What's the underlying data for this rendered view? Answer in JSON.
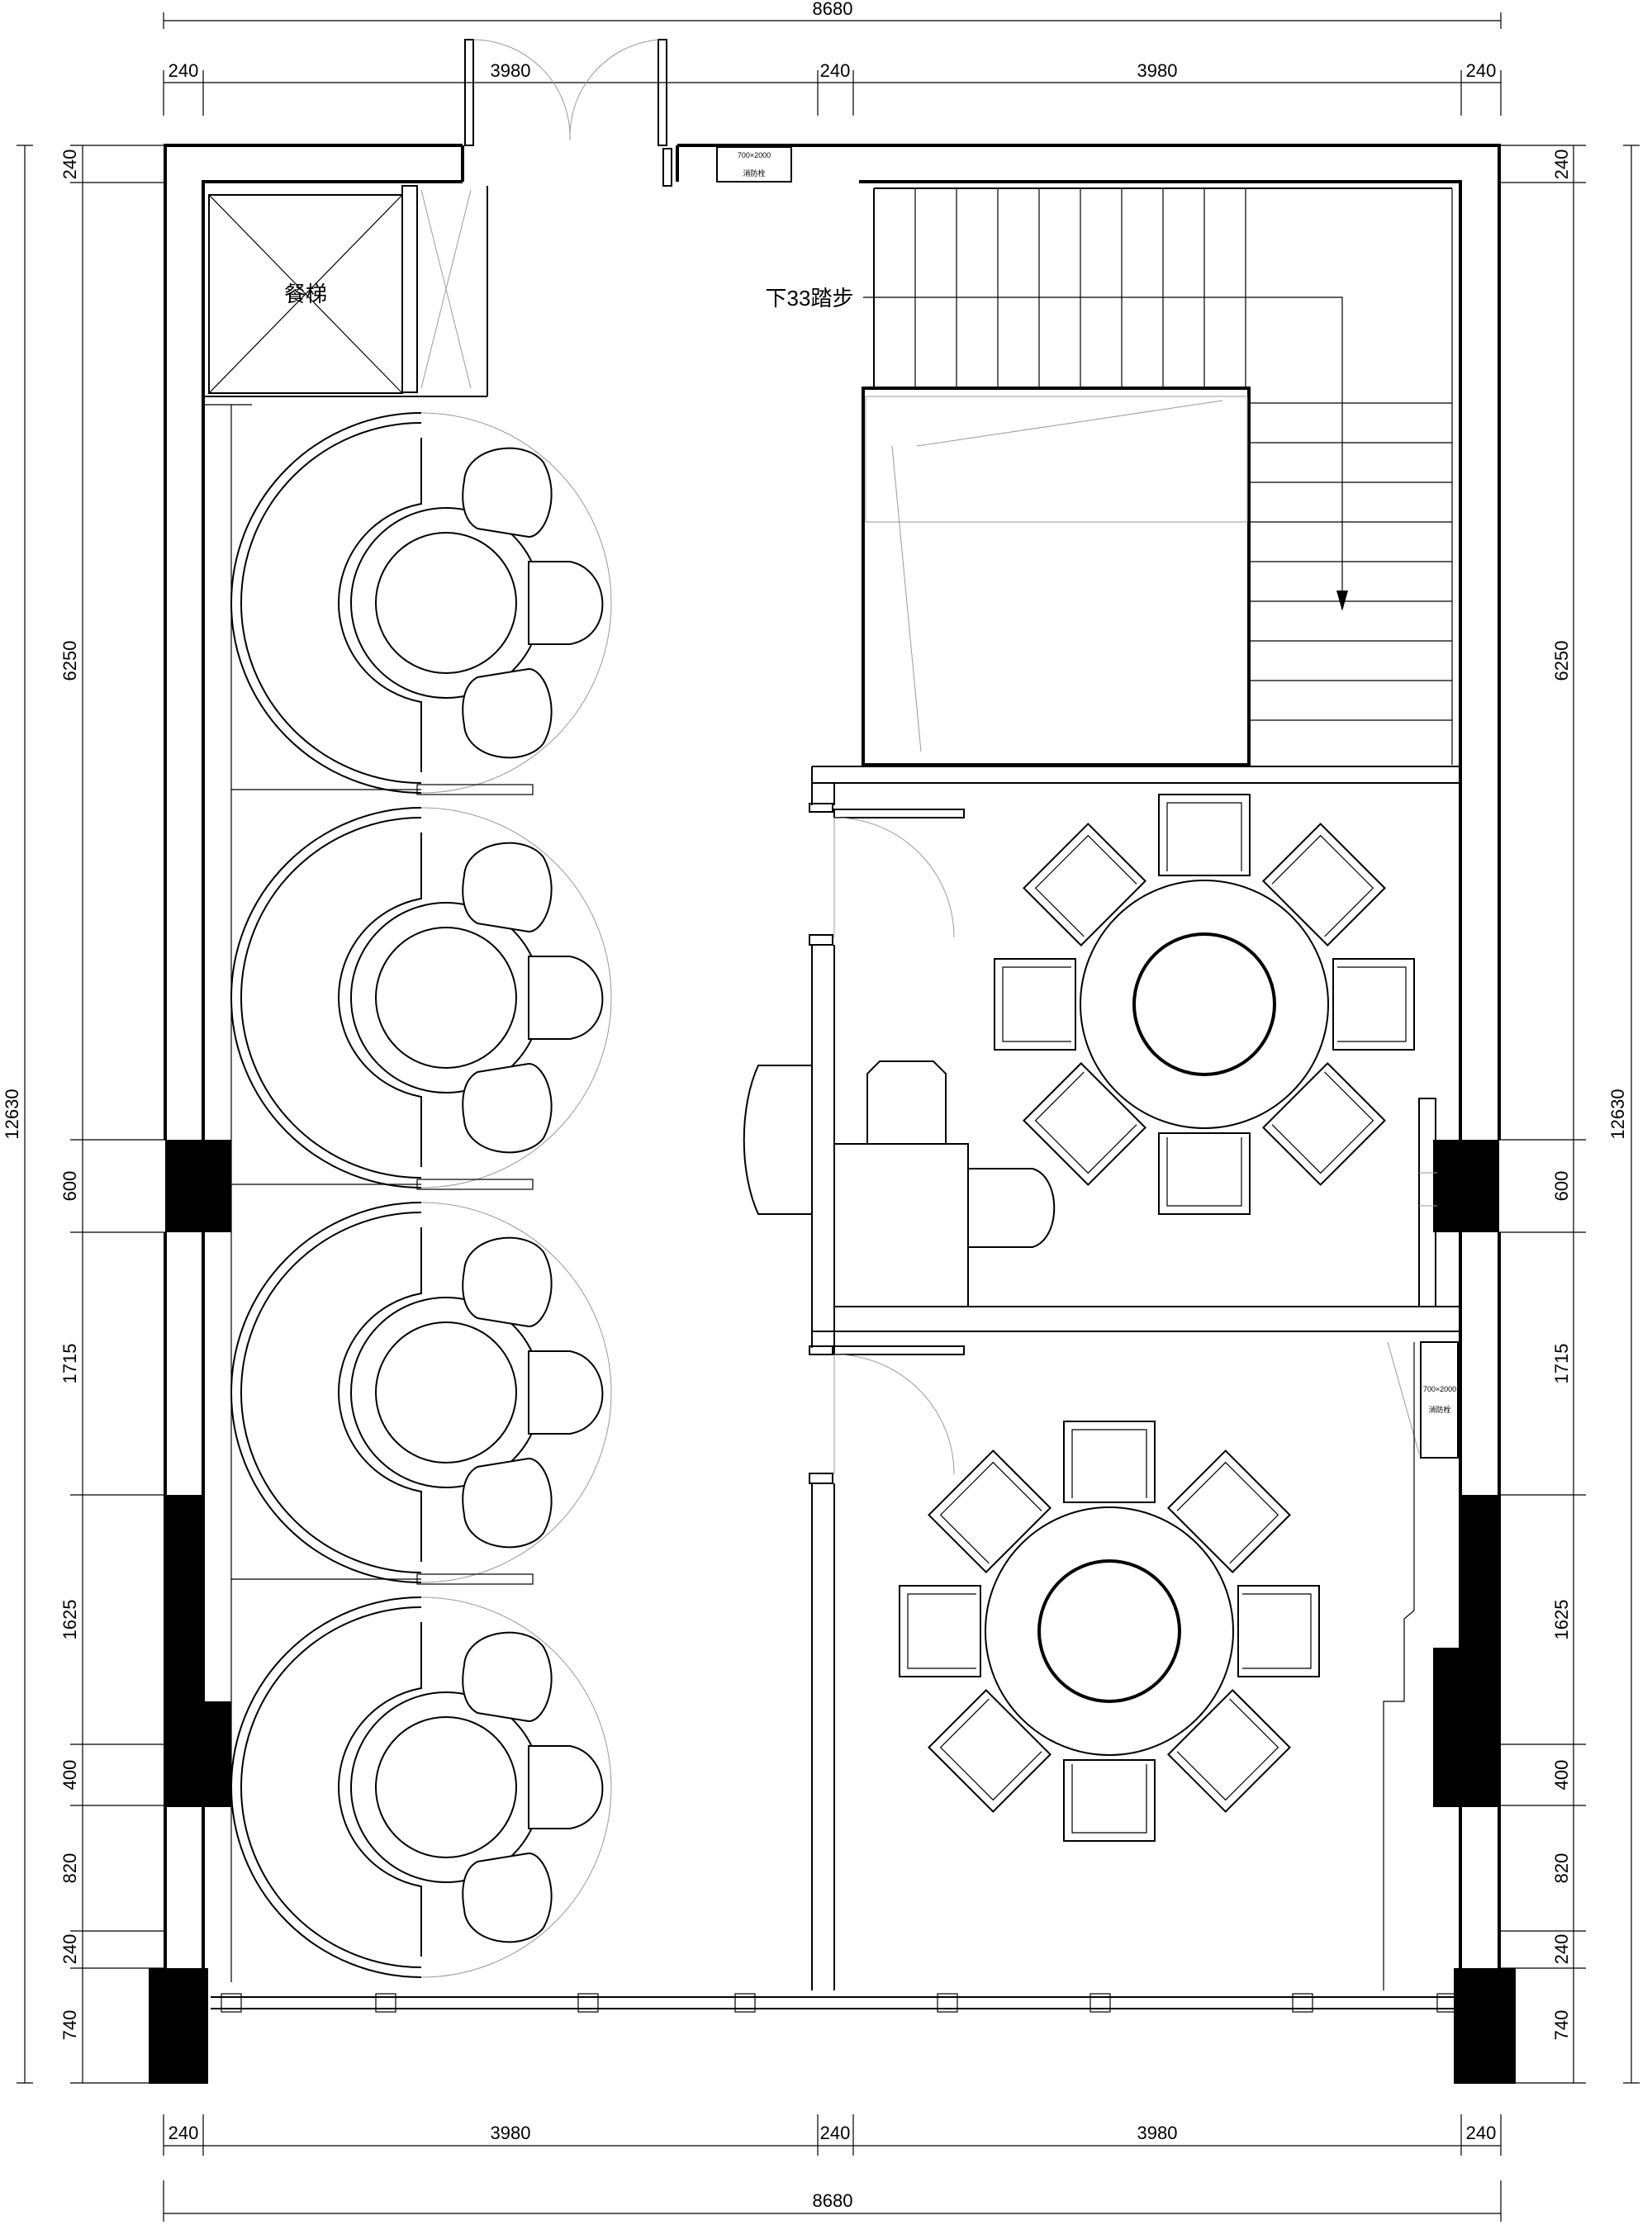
{
  "plan": {
    "top_total": "8680",
    "top_segments": [
      "240",
      "3980",
      "240",
      "3980",
      "240"
    ],
    "bottom_total": "8680",
    "bottom_segments": [
      "240",
      "3980",
      "240",
      "3980",
      "240"
    ],
    "left_total": "12630",
    "left_segments": [
      "240",
      "6250",
      "600",
      "1715",
      "1625",
      "400",
      "820",
      "240",
      "740"
    ],
    "right_total": "12630",
    "right_segments": [
      "240",
      "6250",
      "600",
      "1715",
      "1625",
      "400",
      "820",
      "240",
      "740"
    ],
    "dumbwaiter_label": "餐梯",
    "stair_label": "下33踏步",
    "hydrant_size": "700×2000",
    "hydrant_label": "消防栓"
  }
}
